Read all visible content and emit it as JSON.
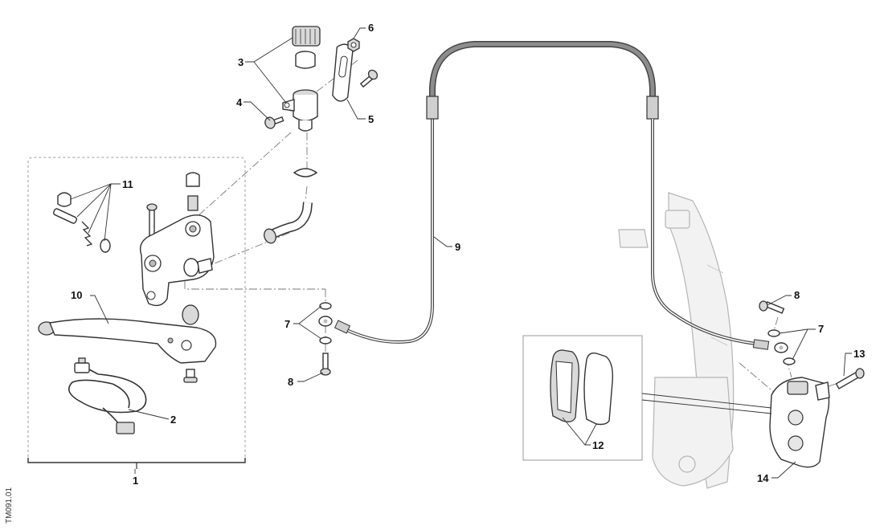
{
  "diagram": {
    "reference": "TM091.01",
    "callouts": {
      "c1": "1",
      "c2": "2",
      "c3": "3",
      "c4": "4",
      "c5": "5",
      "c6": "6",
      "c7a": "7",
      "c7b": "7",
      "c8a": "8",
      "c8b": "8",
      "c9": "9",
      "c10": "10",
      "c11": "11",
      "c12": "12",
      "c13": "13",
      "c14": "14"
    }
  }
}
